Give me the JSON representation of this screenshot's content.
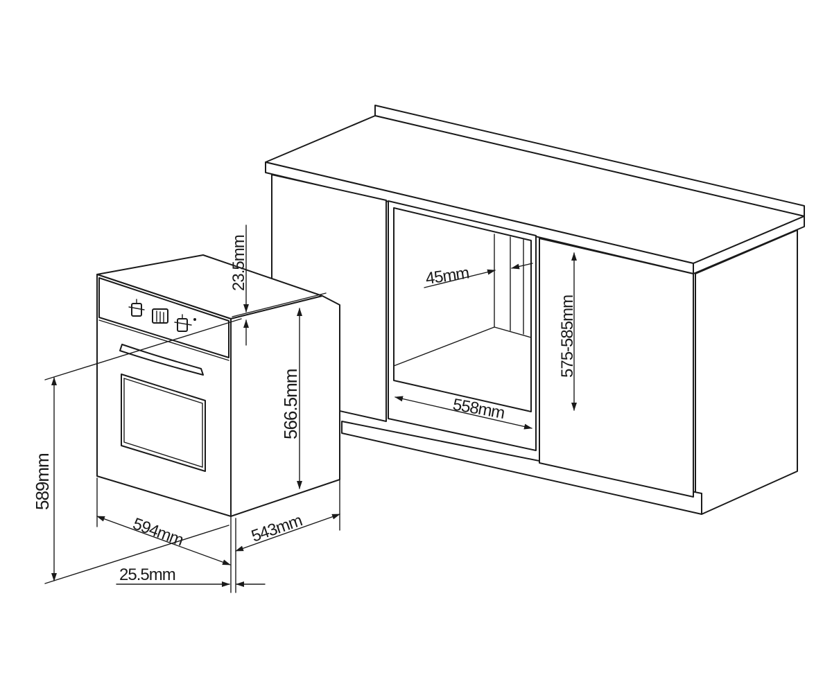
{
  "labels": {
    "top_gap": "23.5mm",
    "oven_height": "566.5mm",
    "total_height": "589mm",
    "width": "594mm",
    "depth": "543mm",
    "front_offset": "25.5mm",
    "side_gap": "45mm",
    "cutout_width": "558mm",
    "cutout_height": "575-585mm"
  },
  "colors": {
    "line": "#1a1a1a",
    "background": "#ffffff"
  }
}
